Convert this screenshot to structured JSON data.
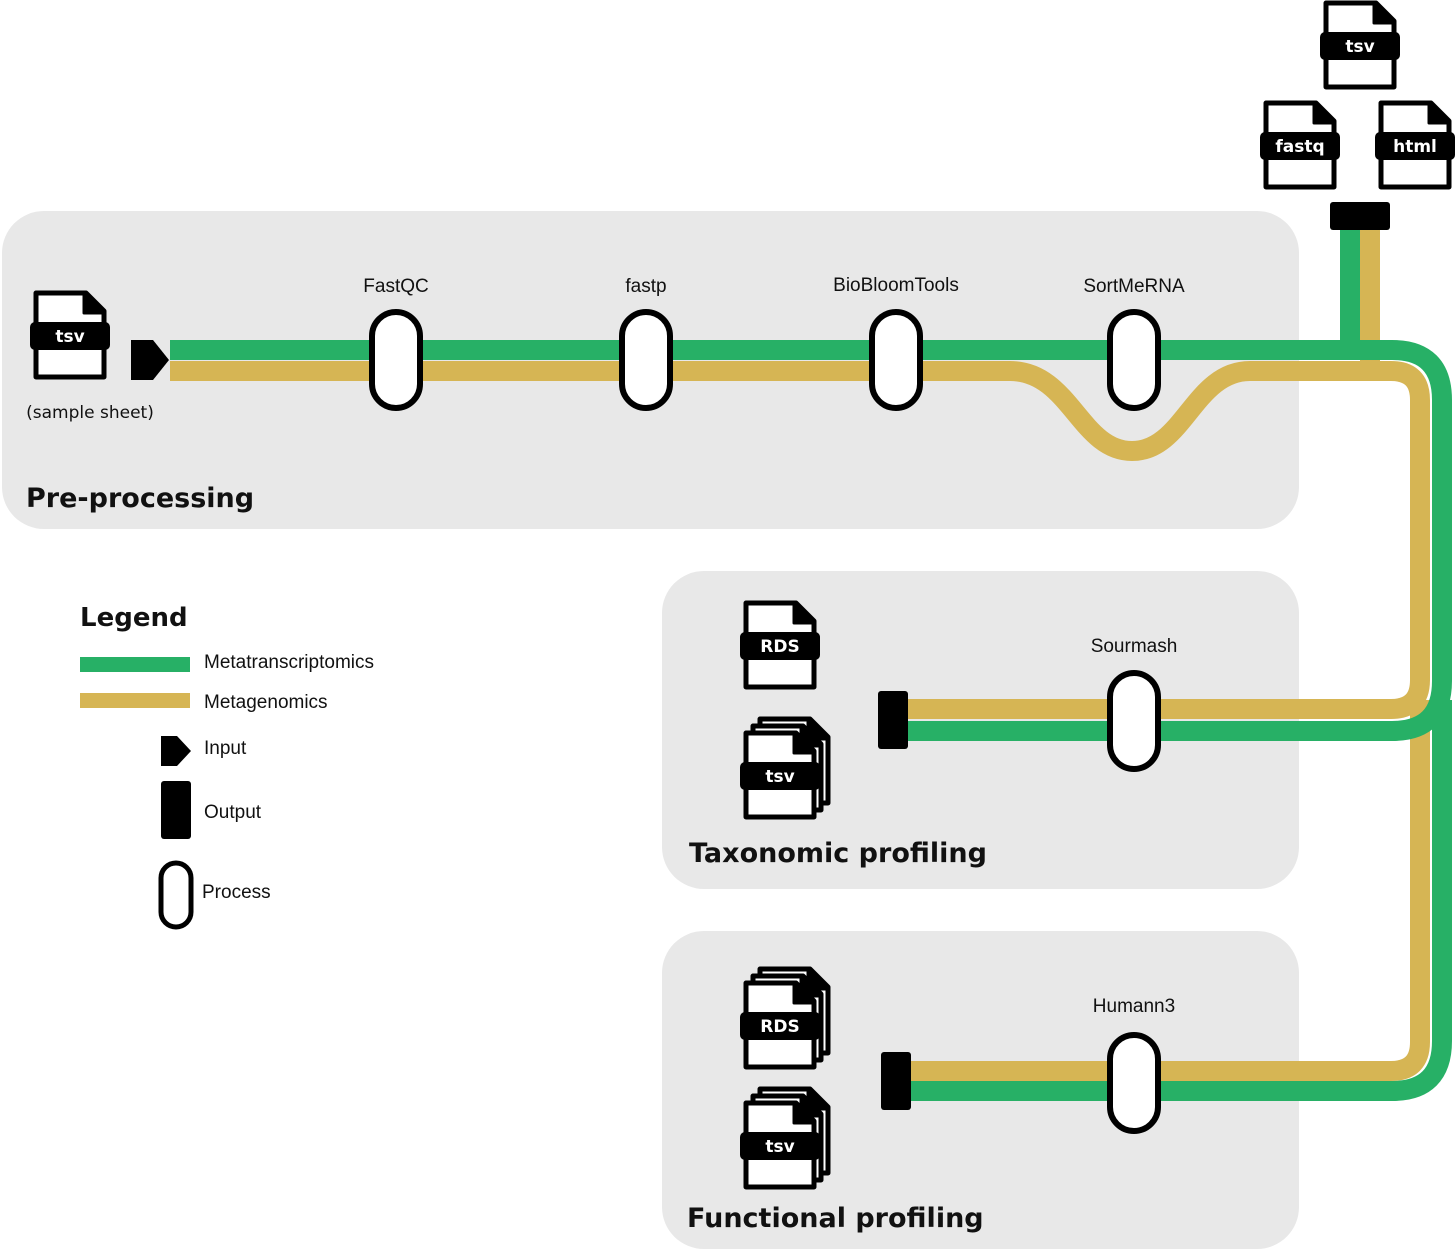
{
  "colors": {
    "metatranscriptomics": "#27b066",
    "metagenomics": "#d6b554",
    "panel": "#e8e8e8",
    "ink": "#000000"
  },
  "sections": {
    "preprocessing": "Pre-processing",
    "taxonomic": "Taxonomic profiling",
    "functional": "Functional profiling"
  },
  "processes": {
    "fastqc": "FastQC",
    "fastp": "fastp",
    "biobloomtools": "BioBloomTools",
    "sortmerna": "SortMeRNA",
    "sourmash": "Sourmash",
    "humann3": "Humann3"
  },
  "input": {
    "file_ext": "tsv",
    "caption": "(sample sheet)"
  },
  "preprocessing_outputs": {
    "top": "tsv",
    "left": "fastq",
    "right": "html"
  },
  "taxonomic_outputs": {
    "file1": "RDS",
    "file2": "tsv"
  },
  "functional_outputs": {
    "file1": "RDS",
    "file2": "tsv"
  },
  "legend": {
    "title": "Legend",
    "metatranscriptomics": "Metatranscriptomics",
    "metagenomics": "Metagenomics",
    "input": "Input",
    "output": "Output",
    "process": "Process"
  }
}
